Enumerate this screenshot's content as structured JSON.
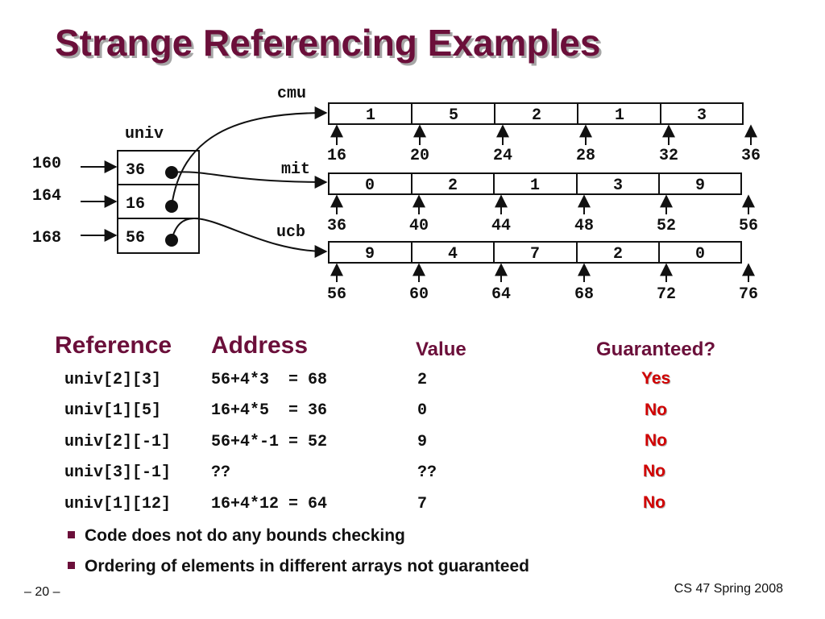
{
  "title": "Strange Referencing Examples",
  "diagram": {
    "univ_label": "univ",
    "univ_addresses": [
      "160",
      "164",
      "168"
    ],
    "univ_values": [
      "36",
      "16",
      "56"
    ],
    "arrays": [
      {
        "name": "cmu",
        "values": [
          "1",
          "5",
          "2",
          "1",
          "3"
        ],
        "addresses": [
          "16",
          "20",
          "24",
          "28",
          "32",
          "36"
        ]
      },
      {
        "name": "mit",
        "values": [
          "0",
          "2",
          "1",
          "3",
          "9"
        ],
        "addresses": [
          "36",
          "40",
          "44",
          "48",
          "52",
          "56"
        ]
      },
      {
        "name": "ucb",
        "values": [
          "9",
          "4",
          "7",
          "2",
          "0"
        ],
        "addresses": [
          "56",
          "60",
          "64",
          "68",
          "72",
          "76"
        ]
      }
    ]
  },
  "table": {
    "headers": {
      "reference": "Reference",
      "address": "Address",
      "value": "Value",
      "guaranteed": "Guaranteed?"
    },
    "rows": [
      {
        "reference": "univ[2][3]",
        "address": "56+4*3  = 68",
        "value": "2",
        "guaranteed": "Yes"
      },
      {
        "reference": "univ[1][5]",
        "address": "16+4*5  = 36",
        "value": "0",
        "guaranteed": "No"
      },
      {
        "reference": "univ[2][-1]",
        "address": "56+4*-1 = 52",
        "value": "9",
        "guaranteed": "No"
      },
      {
        "reference": "univ[3][-1]",
        "address": "??",
        "value": "??",
        "guaranteed": "No"
      },
      {
        "reference": "univ[1][12]",
        "address": "16+4*12 = 64",
        "value": "7",
        "guaranteed": "No"
      }
    ]
  },
  "bullets": [
    "Code does not do any bounds checking",
    "Ordering of elements in different arrays not guaranteed"
  ],
  "footer": {
    "page": "– 20 –",
    "course": "CS 47 Spring 2008"
  },
  "colors": {
    "title": "#6b0f3a",
    "guaranteed": "#d10000",
    "bullet": "#6b0f3a"
  }
}
